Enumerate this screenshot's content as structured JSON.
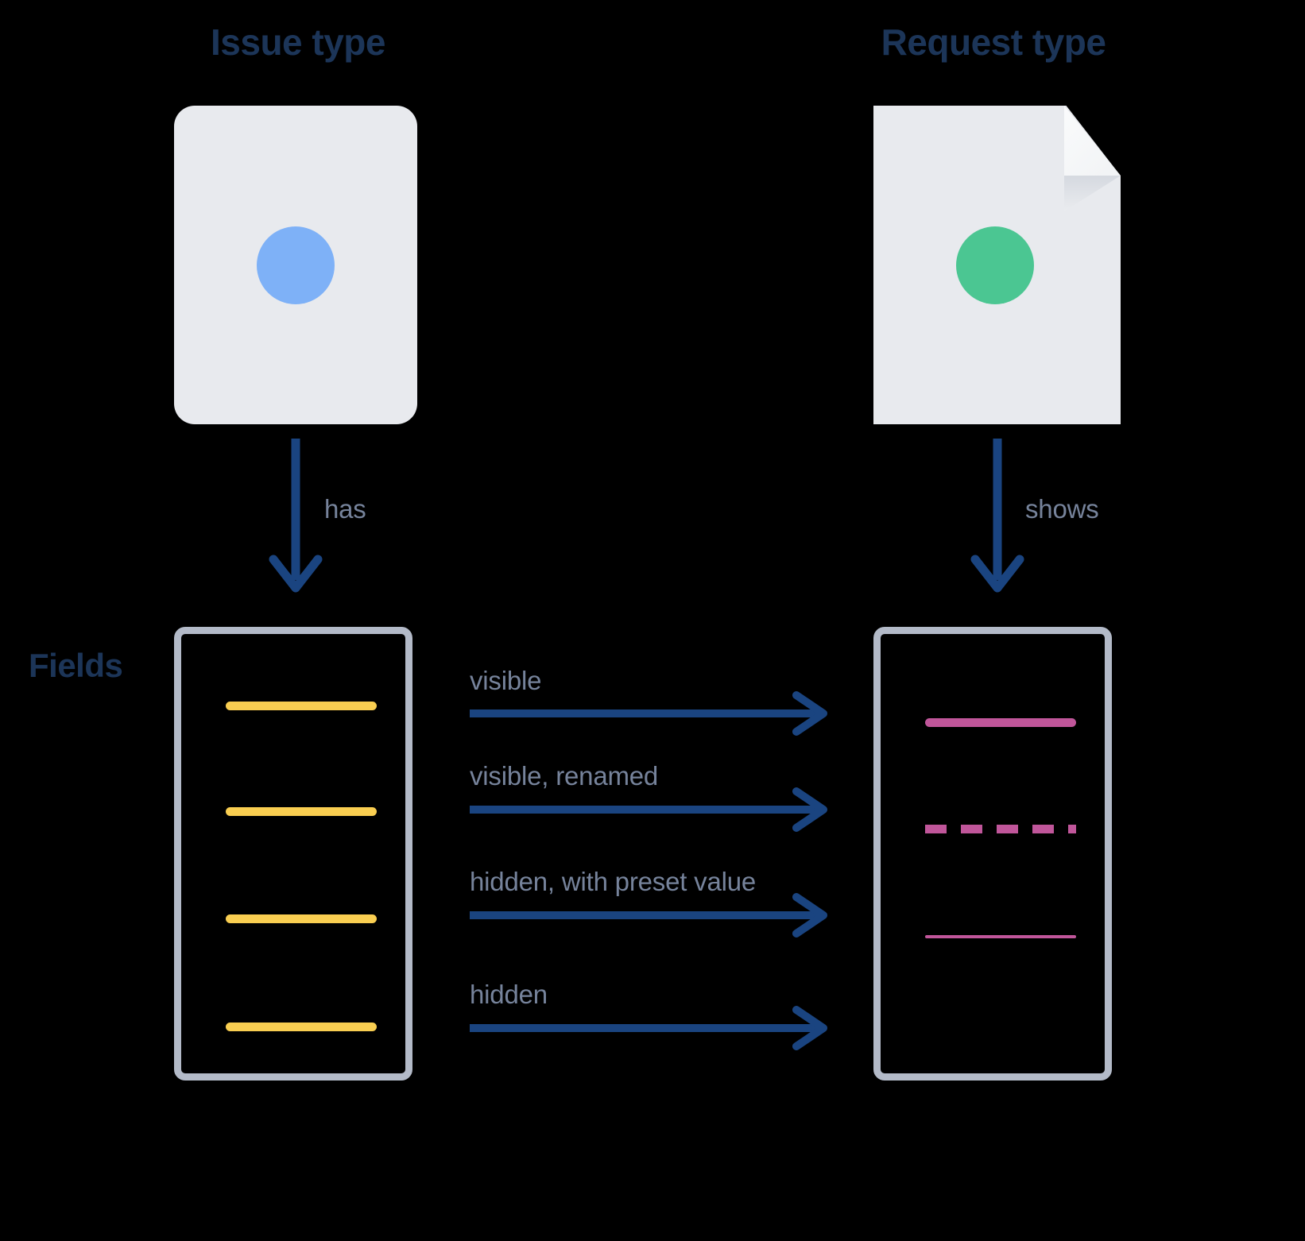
{
  "diagram": {
    "title_left": "Issue type",
    "title_right": "Request type",
    "side_label": "Fields",
    "vertical_arrows": [
      {
        "name": "has",
        "label": "has"
      },
      {
        "name": "shows",
        "label": "shows"
      }
    ],
    "mapping_rows": [
      {
        "label": "visible",
        "source_style": "yellow-solid",
        "target_style": "pink-solid"
      },
      {
        "label": "visible, renamed",
        "source_style": "yellow-solid",
        "target_style": "pink-dashed"
      },
      {
        "label": "hidden, with preset value",
        "source_style": "yellow-solid",
        "target_style": "pink-thin"
      },
      {
        "label": "hidden",
        "source_style": "yellow-solid",
        "target_style": "none"
      }
    ],
    "icons": {
      "issue_type": "blue-circle-icon",
      "request_type": "green-circle-document-icon"
    },
    "colors": {
      "heading": "#1C3558",
      "label": "#76839B",
      "arrow": "#1A4480",
      "card": "#E8EAEE",
      "box_border": "#B3BAC8",
      "issue_dot": "#7EB1F7",
      "request_dot": "#4BC692",
      "field_yellow": "#F9CE51",
      "field_pink": "#C0569A",
      "background": "#000000"
    }
  }
}
